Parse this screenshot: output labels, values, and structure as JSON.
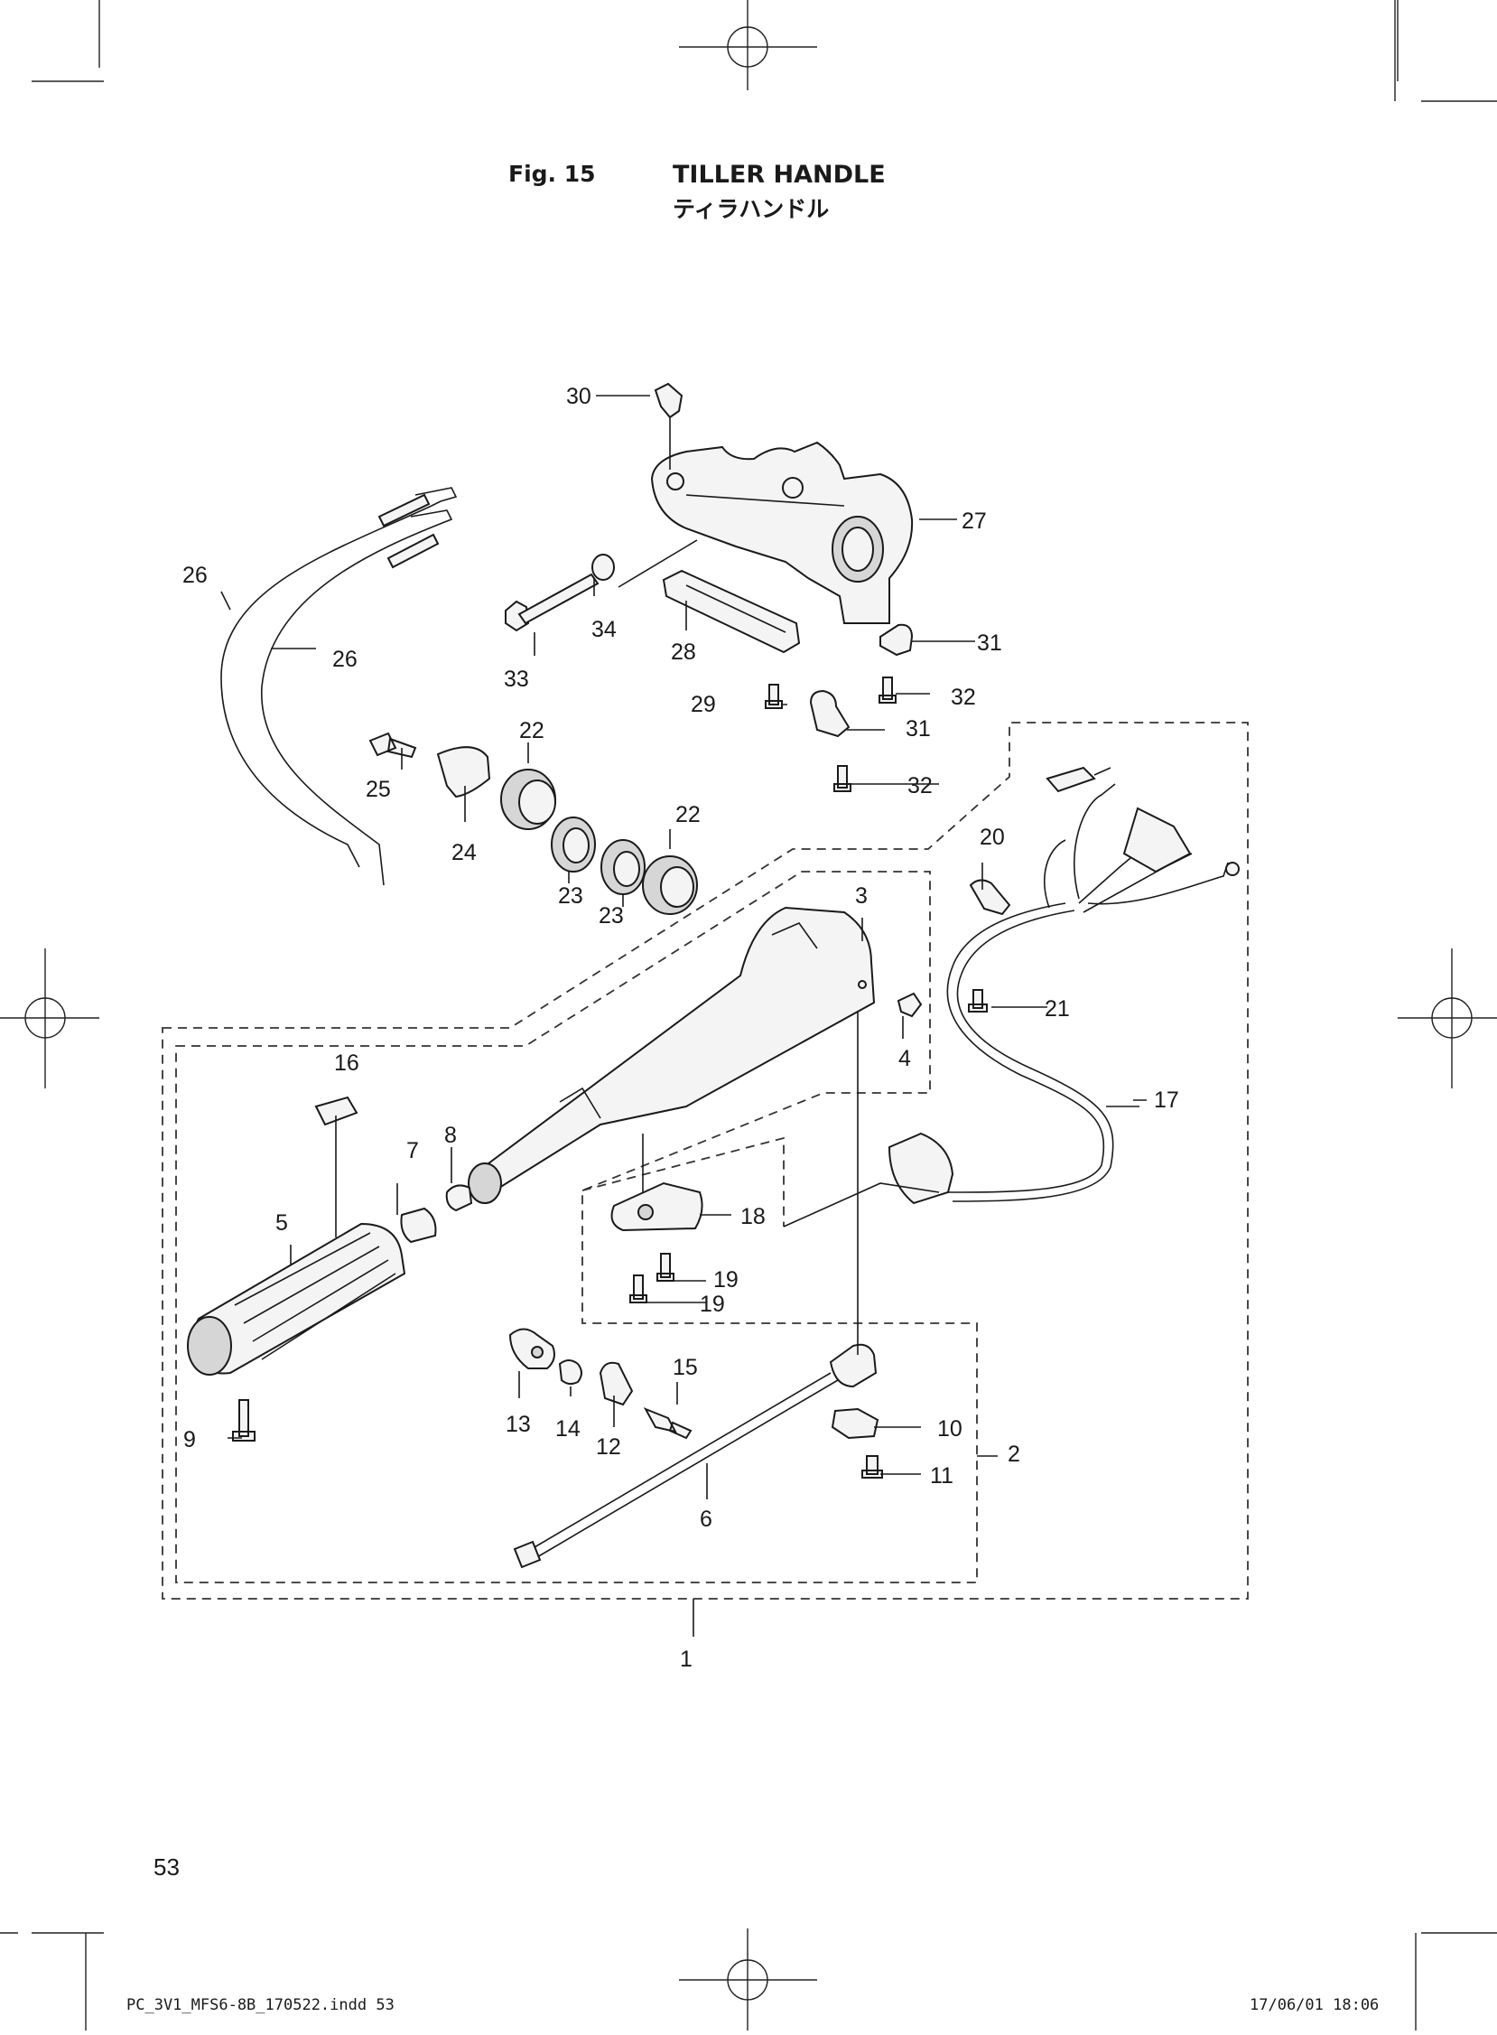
{
  "header": {
    "fig_label": "Fig. 15",
    "title": "TILLER HANDLE",
    "title_jp": "ティラハンドル"
  },
  "callouts": {
    "c1": "1",
    "c2": "2",
    "c3": "3",
    "c4": "4",
    "c5": "5",
    "c6": "6",
    "c7": "7",
    "c8": "8",
    "c9": "9",
    "c10": "10",
    "c11": "11",
    "c12": "12",
    "c13": "13",
    "c14": "14",
    "c15": "15",
    "c16": "16",
    "c17": "17",
    "c18": "18",
    "c19a": "19",
    "c19b": "19",
    "c20": "20",
    "c21": "21",
    "c22a": "22",
    "c22b": "22",
    "c23a": "23",
    "c23b": "23",
    "c24": "24",
    "c25": "25",
    "c26a": "26",
    "c26b": "26",
    "c27": "27",
    "c28": "28",
    "c29": "29",
    "c30": "30",
    "c31a": "31",
    "c31b": "31",
    "c32a": "32",
    "c32b": "32",
    "c33": "33",
    "c34": "34"
  },
  "page_number": "53",
  "footer": {
    "file": "PC_3V1_MFS6-8B_170522.indd   53",
    "stamp": "17/06/01   18:06"
  }
}
